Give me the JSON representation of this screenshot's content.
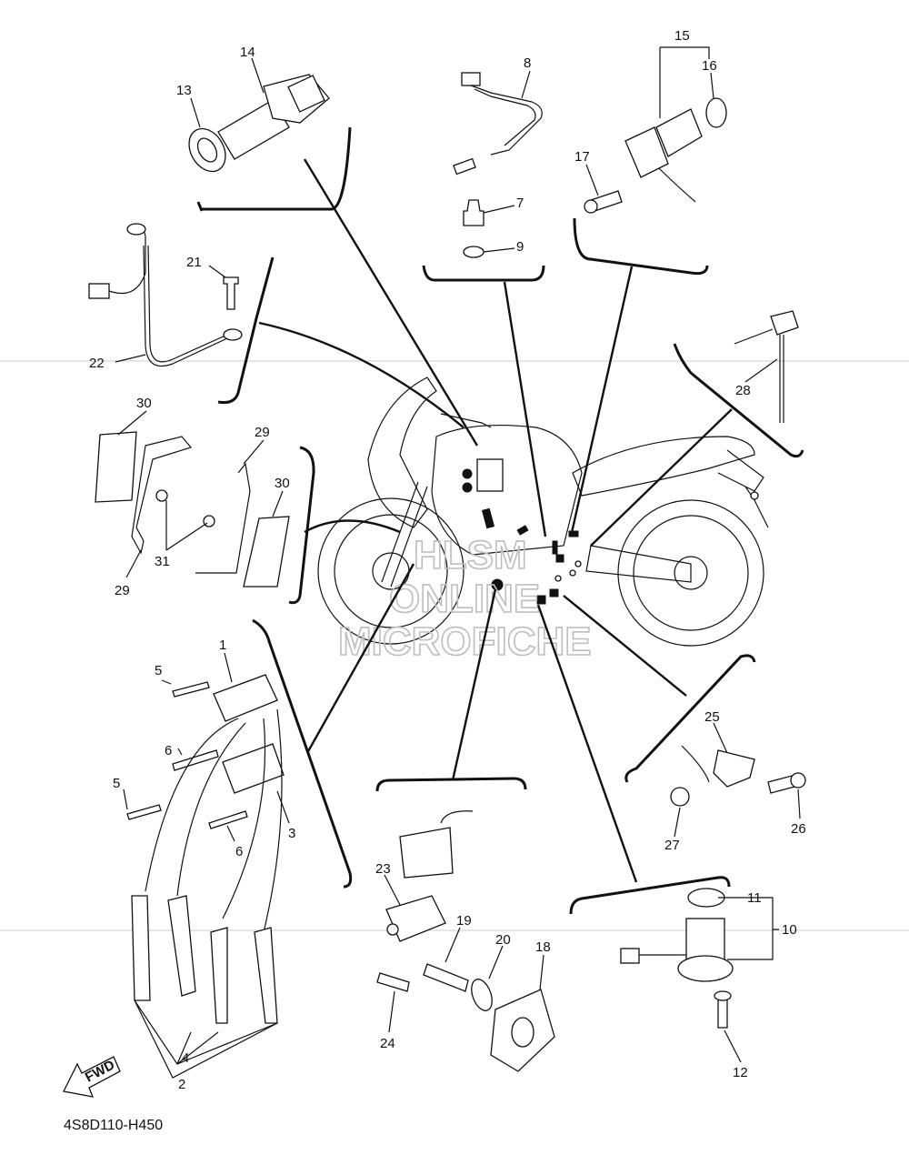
{
  "diagram": {
    "code": "4S8D110-H450",
    "fwd_label": "FWD",
    "watermark": [
      "HLSM",
      "ONLINE",
      "MICROFICHE"
    ]
  },
  "callouts": {
    "c1": "1",
    "c2": "2",
    "c3": "3",
    "c4": "4",
    "c5a": "5",
    "c5b": "5",
    "c6a": "6",
    "c6b": "6",
    "c7": "7",
    "c8": "8",
    "c9": "9",
    "c10": "10",
    "c11": "11",
    "c12": "12",
    "c13": "13",
    "c14": "14",
    "c15": "15",
    "c16": "16",
    "c17": "17",
    "c18": "18",
    "c19": "19",
    "c20": "20",
    "c21": "21",
    "c22": "22",
    "c23": "23",
    "c24": "24",
    "c25": "25",
    "c26": "26",
    "c27": "27",
    "c28": "28",
    "c29a": "29",
    "c29b": "29",
    "c30a": "30",
    "c30b": "30",
    "c31": "31"
  }
}
